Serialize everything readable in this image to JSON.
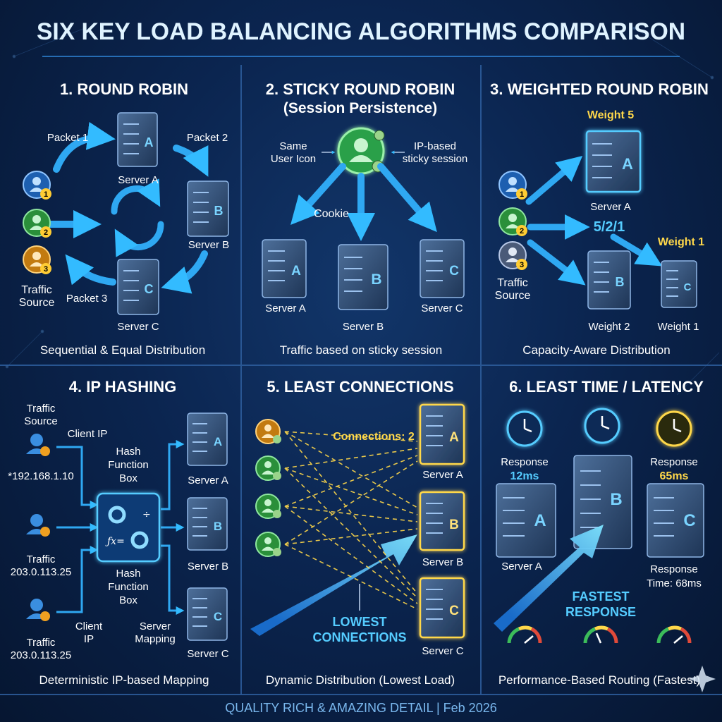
{
  "header": {
    "title": "SIX KEY LOAD BALANCING ALGORITHMS COMPARISON"
  },
  "footer": {
    "text": "QUALITY RICH & AMAZING DETAIL | Feb 2026"
  },
  "panels": [
    {
      "heading": "1. ROUND ROBIN",
      "caption": "Sequential & Equal Distribution",
      "source_label_1": "Traffic",
      "source_label_2": "Source",
      "packets": [
        "Packet 1",
        "Packet 2",
        "Packet 3"
      ],
      "servers": [
        "Server A",
        "Server B",
        "Server C"
      ],
      "server_letters": [
        "A",
        "B",
        "C"
      ],
      "user_numbers": [
        "1",
        "2",
        "3"
      ]
    },
    {
      "heading": "2. STICKY ROUND ROBIN",
      "subheading": "(Session Persistence)",
      "caption": "Traffic based on sticky session",
      "left_label_1": "Same",
      "left_label_2": "User Icon",
      "right_label_1": "IP-based",
      "right_label_2": "sticky session",
      "cookie_label": "Cookie",
      "servers": [
        "Server A",
        "Server B",
        "Server C"
      ],
      "server_letters": [
        "A",
        "B",
        "C"
      ]
    },
    {
      "heading": "3. WEIGHTED ROUND ROBIN",
      "caption": "Capacity-Aware Distribution",
      "weight_top": "Weight 5",
      "weight_right": "Weight 1",
      "ratio": "5/2/1",
      "server_a": "Server A",
      "weight_b": "Weight 2",
      "weight_c": "Weight 1",
      "source_label_1": "Traffic",
      "source_label_2": "Source",
      "server_letters": [
        "A",
        "B",
        "C"
      ],
      "user_numbers": [
        "1",
        "2",
        "3"
      ]
    },
    {
      "heading": "4. IP HASHING",
      "caption": "Deterministic IP-based Mapping",
      "traffic_source_1": "Traffic",
      "traffic_source_2": "Source",
      "client_ip_top": "Client IP",
      "ip_1": "*192.168.1.10",
      "hash_top_1": "Hash",
      "hash_top_2": "Function",
      "hash_top_3": "Box",
      "hash_bottom_1": "Hash",
      "hash_bottom_2": "Function",
      "hash_bottom_3": "Box",
      "traffic_2": "Traffic",
      "ip_2": "203.0.113.25",
      "traffic_3": "Traffic",
      "ip_3": "203.0.113.25",
      "client_ip_bottom_1": "Client",
      "client_ip_bottom_2": "IP",
      "server_mapping_1": "Server",
      "server_mapping_2": "Mapping",
      "servers": [
        "Server A",
        "Server B",
        "Server C"
      ],
      "server_letters": [
        "A",
        "B",
        "C"
      ]
    },
    {
      "heading": "5. LEAST CONNECTIONS",
      "caption": "Dynamic Distribution (Lowest Load)",
      "connections_label": "Connections: 2",
      "lowest_1": "LOWEST",
      "lowest_2": "CONNECTIONS",
      "servers": [
        "Server A",
        "Server B",
        "Server C"
      ],
      "server_letters": [
        "A",
        "B",
        "C"
      ]
    },
    {
      "heading": "6. LEAST TIME / LATENCY",
      "caption": "Performance-Based Routing (Fastest)",
      "response_a_label": "Response",
      "response_a_value": "12ms",
      "response_c_label": "Response",
      "response_c_value": "65ms",
      "server_a": "Server A",
      "response_time_1": "Response",
      "response_time_2": "Time: 68ms",
      "fastest_1": "FASTEST",
      "fastest_2": "RESPONSE",
      "server_letters": [
        "A",
        "B",
        "C"
      ]
    }
  ],
  "colors": {
    "accent_cyan": "#33bbff",
    "accent_yellow": "#ffd84a",
    "user_blue": "#3a8ee0",
    "user_green": "#3cbc5a",
    "user_orange": "#f0a020",
    "divider": "#2e5f9f"
  }
}
